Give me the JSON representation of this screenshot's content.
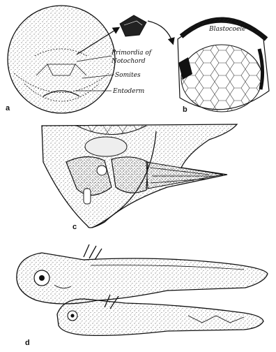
{
  "panel_a": {
    "label": "a",
    "callouts": {
      "notochord": "Primordia of Notochord",
      "somites": "Somites",
      "entoderm": "Entoderm"
    }
  },
  "panel_b": {
    "label": "b",
    "blastocoele": "Blastocoele"
  },
  "panel_c": {
    "label": "c"
  },
  "panel_d": {
    "label": "d"
  }
}
